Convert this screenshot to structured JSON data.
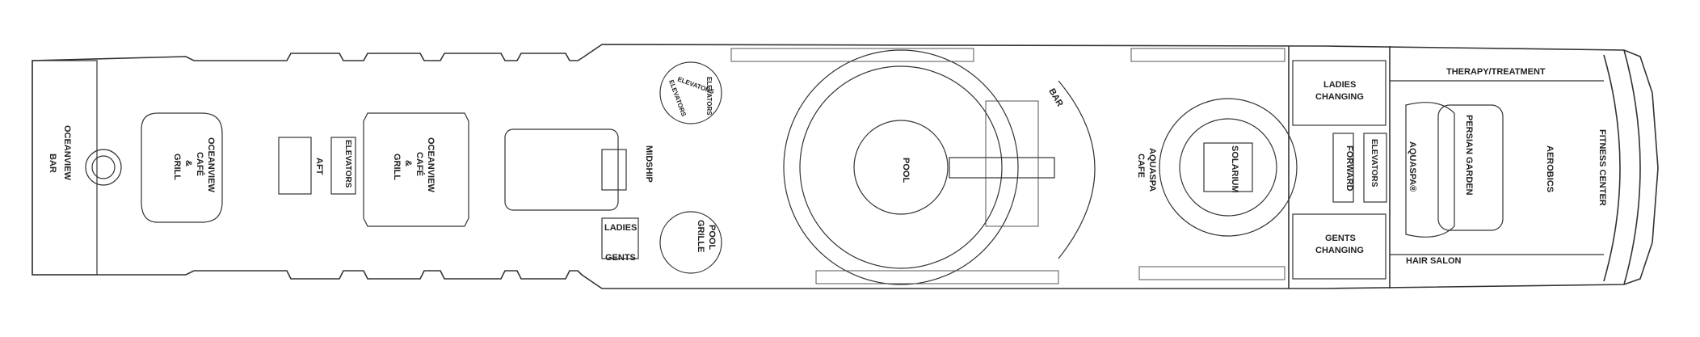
{
  "labels": {
    "oceanview_bar": "OCEANVIEW",
    "bar_small": "BAR",
    "oceanview_cafe_grill_1": "OCEANVIEW",
    "cafe_1": "CAFÉ",
    "amp_1": "&",
    "grill_1": "GRILL",
    "aft": "AFT",
    "elevators_aft": "ELEVATORS",
    "oceanview_cafe_grill_2": "OCEANVIEW",
    "cafe_2": "CAFÉ",
    "amp_2": "&",
    "grill_2": "GRILL",
    "midship": "MIDSHIP",
    "ladies": "LADIES",
    "gents": "GENTS",
    "elevators_mid_1": "ELEVATORS",
    "elevators_mid_2": "ELEVATORS",
    "elevators_mid_3": "ELEVATORS",
    "pool_grille_1": "POOL",
    "pool_grille_2": "GRILLE",
    "pool": "POOL",
    "bar_pool": "BAR",
    "aquaspa": "AQUASPA",
    "cafe_aqua": "CAFE",
    "solarium": "SOLARIUM",
    "forward": "FORWARD",
    "elevators_fwd": "ELEVATORS",
    "aquaspa_r": "AQUASPA®",
    "ladies_changing_1": "LADIES",
    "ladies_changing_2": "CHANGING",
    "gents_changing_1": "GENTS",
    "gents_changing_2": "CHANGING",
    "persian_garden": "PERSIAN GARDEN",
    "therapy_treatment": "THERAPY/TREATMENT",
    "hair_salon": "HAIR SALON",
    "aerobics": "AEROBICS",
    "fitness_center": "FITNESS CENTER"
  }
}
